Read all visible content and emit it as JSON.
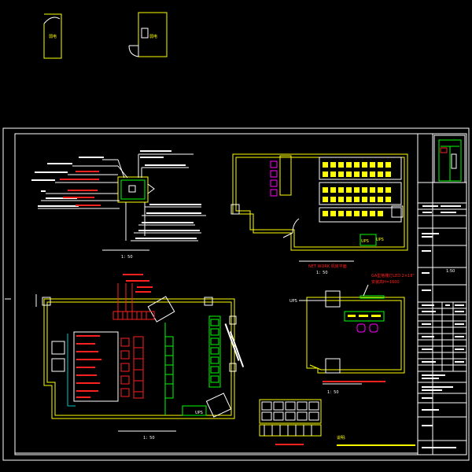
{
  "rooms": {
    "small_room_a": "弱电",
    "small_room_b": "弱电"
  },
  "views": {
    "network_title": "NET WORK 机房平面",
    "network_scale": "1：50",
    "cabinet_detail_scale": "1：50",
    "main_room_scale": "1：50",
    "ups_room_scale": "1：50"
  },
  "ups": {
    "label_main": "UPS",
    "label_ups_room": "UPS",
    "label_network": "UPS",
    "label_network_b": "UPS"
  },
  "ups_room": {
    "fixture_note": "GA型格栅灯LED 2×18\"",
    "fixture_height": "安装高H=1600"
  },
  "notes": {
    "heading": "说明:"
  },
  "title_block": {
    "scale_text": "1:50"
  },
  "colors": {
    "background": "#000000",
    "frame": "#ffffff",
    "walls": "#ffff00",
    "equipment": "#ff2020",
    "annotation": "#ffffff",
    "cable": "#00ff00",
    "dimension": "#00ffff",
    "seating": "#ff00ff"
  }
}
